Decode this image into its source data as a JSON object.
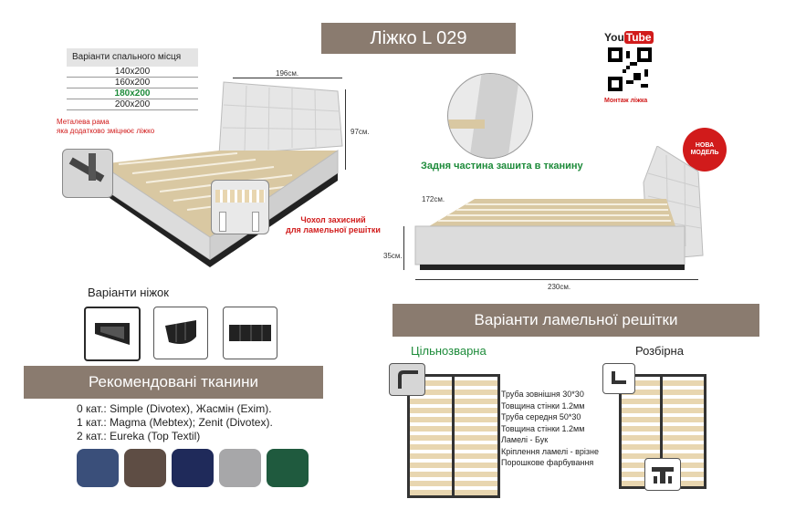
{
  "title": "Ліжко L 029",
  "youtube": {
    "logo": "YouTube",
    "caption": "Монтаж ліжка"
  },
  "sizes": {
    "header": "Варіанти спального місця",
    "options": [
      "140x200",
      "160x200",
      "180x200",
      "200x200"
    ],
    "selected_index": 2
  },
  "annotations": {
    "metal_frame": "Металева рама\nяка додатково зміцнює ліжко",
    "cover": "Чохол захисний\nдля ламельної решітки",
    "back": "Задня частина зашита в тканину",
    "new_badge": "НОВА\nМОДЕЛЬ"
  },
  "dimensions": {
    "width_top": "196см.",
    "height_right": "97см.",
    "depth": "172см.",
    "low_height": "35см.",
    "length": "230см."
  },
  "legs": {
    "title": "Варіанти ніжок"
  },
  "fabrics": {
    "title": "Рекомендовані тканини",
    "lines": [
      "0 кат.: Simple (Divotex), Жасмін (Exim).",
      "1 кат.: Magma (Mebtex); Zenit (Divotex).",
      "2 кат.: Eureka (Top Textil)"
    ],
    "swatch_colors": [
      "#3a4f7a",
      "#5e4d44",
      "#1f2a5a",
      "#a7a7a9",
      "#1f5a3e"
    ]
  },
  "lamel": {
    "title": "Варіанти ламельної решітки",
    "welded": "Цільнозварна",
    "collapsible": "Розбірна",
    "specs": [
      "Труба зовнішня 30*30",
      "Товщина стінки 1.2мм",
      "Труба середня 50*30",
      "Товщина стінки 1.2мм",
      "Ламелі - Бук",
      "Кріплення ламелі - врізне",
      "Порошкове фарбування"
    ]
  },
  "colors": {
    "bar": "#8a7b6f",
    "accent_green": "#1d8b3a",
    "accent_red": "#d11b1b"
  }
}
